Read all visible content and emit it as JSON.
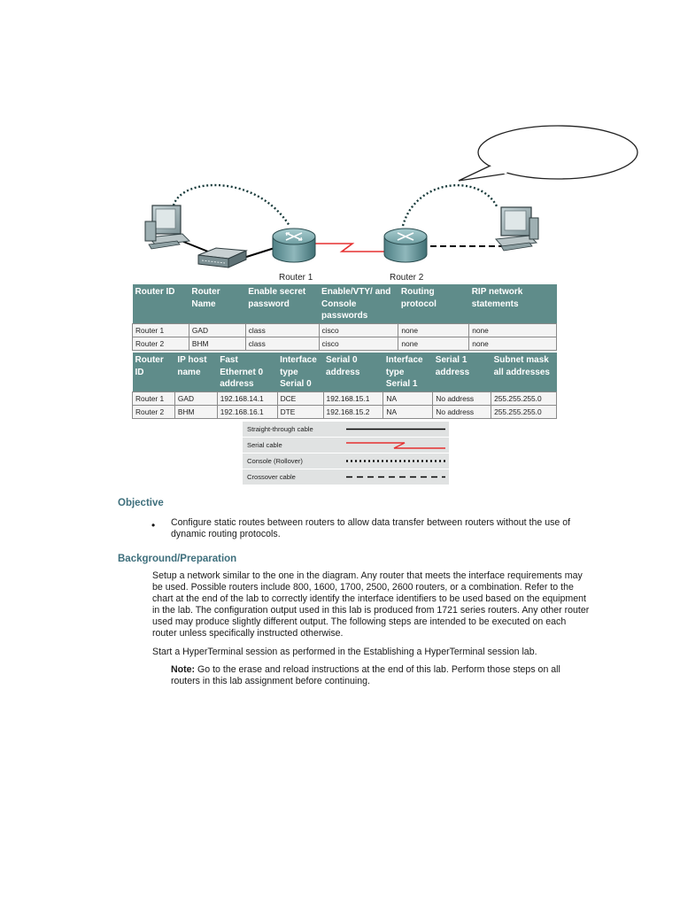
{
  "diagram": {
    "router1_label": "Router 1",
    "router2_label": "Router 2"
  },
  "table1": {
    "headers": [
      "Router ID",
      "Router Name",
      "Enable secret password",
      "Enable/VTY/ and Console passwords",
      "Routing protocol",
      "RIP network statements"
    ],
    "rows": [
      [
        "Router 1",
        "GAD",
        "class",
        "cisco",
        "none",
        "none"
      ],
      [
        "Router 2",
        "BHM",
        "class",
        "cisco",
        "none",
        "none"
      ]
    ]
  },
  "table2": {
    "headers": [
      "Router ID",
      "IP host name",
      "Fast Ethernet 0 address",
      "Interface type Serial 0",
      "Serial 0 address",
      "Interface type Serial 1",
      "Serial 1 address",
      "Subnet mask all addresses"
    ],
    "rows": [
      [
        "Router 1",
        "GAD",
        "192.168.14.1",
        "DCE",
        "192.168.15.1",
        "NA",
        "No address",
        "255.255.255.0"
      ],
      [
        "Router 2",
        "BHM",
        "192.168.16.1",
        "DTE",
        "192.168.15.2",
        "NA",
        "No address",
        "255.255.255.0"
      ]
    ]
  },
  "legend": {
    "items": [
      {
        "label": "Straight-through cable",
        "style": "solid",
        "color": "#000000"
      },
      {
        "label": "Serial cable",
        "style": "serial",
        "color": "#e53030"
      },
      {
        "label": "Console (Rollover)",
        "style": "dotted",
        "color": "#000000"
      },
      {
        "label": "Crossover cable",
        "style": "dashed",
        "color": "#000000"
      }
    ]
  },
  "objective": {
    "heading": "Objective",
    "bullet": "Configure static routes between routers to allow data transfer between routers without the use of dynamic routing protocols."
  },
  "background": {
    "heading": "Background/Preparation",
    "paragraph1": "Setup a network similar to the one in the diagram. Any router that meets the interface requirements may be used. Possible routers include 800, 1600, 1700, 2500, 2600 routers, or a combination. Refer to the chart at the end of the lab to correctly identify the interface identifiers to be used based on the equipment in the lab. The configuration output used in this lab is produced from 1721 series routers. Any other router used may produce slightly different output. The following steps are intended to be executed on each router unless specifically instructed otherwise.",
    "paragraph2": "Start a HyperTerminal session as performed in the Establishing a HyperTerminal session lab.",
    "note_label": "Note:",
    "note_text": " Go to the erase and reload instructions at the end of this lab. Perform those steps on all routers in this lab assignment before continuing."
  },
  "colors": {
    "table_header": "#5f8c8a",
    "heading": "#3e6f7c",
    "serial": "#e53030"
  }
}
